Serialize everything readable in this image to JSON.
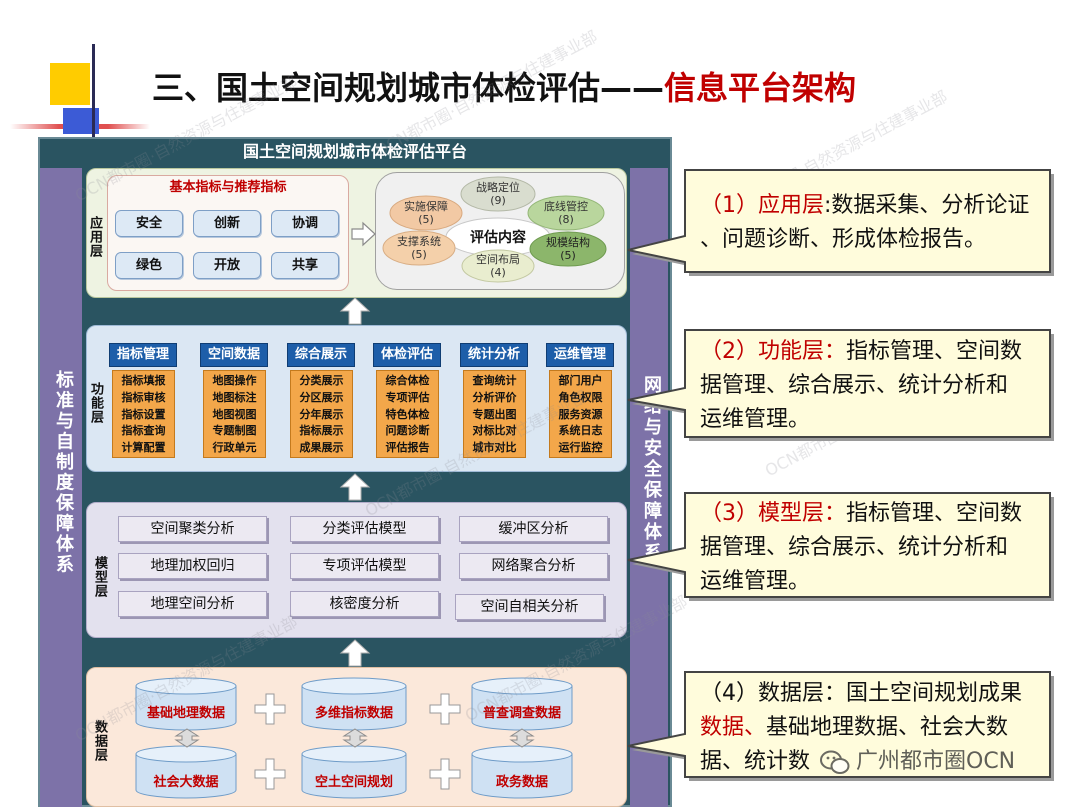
{
  "slide_title": {
    "main": "三、国土空间规划城市体检评估——",
    "highlight": "信息平台架构"
  },
  "watermark": "OCN都市圈·自然资源与住建事业部",
  "platform": {
    "title": "国土空间规划城市体检评估平台",
    "left_support": "标准与自制度保障体系",
    "right_support": "网络与安全保障体系"
  },
  "application_layer": {
    "label": "应用层",
    "indicator_panel": {
      "title": "基本指标与推荐指标",
      "items": [
        "安全",
        "创新",
        "协调",
        "绿色",
        "开放",
        "共享"
      ]
    },
    "evaluation": {
      "center": "评估内容",
      "items": [
        {
          "name": "战略定位",
          "count": "(9)"
        },
        {
          "name": "实施保障",
          "count": "(5)"
        },
        {
          "name": "底线管控",
          "count": "(8)"
        },
        {
          "name": "支撑系统",
          "count": "(5)"
        },
        {
          "name": "规模结构",
          "count": "(5)"
        },
        {
          "name": "空间布局",
          "count": "(4)"
        }
      ]
    }
  },
  "function_layer": {
    "label": "功能层",
    "modules": [
      {
        "title": "指标管理",
        "items": [
          "指标填报",
          "指标审核",
          "指标设置",
          "指标查询",
          "计算配置"
        ]
      },
      {
        "title": "空间数据",
        "items": [
          "地图操作",
          "地图标注",
          "地图视图",
          "专题制图",
          "行政单元"
        ]
      },
      {
        "title": "综合展示",
        "items": [
          "分类展示",
          "分区展示",
          "分年展示",
          "指标展示",
          "成果展示"
        ]
      },
      {
        "title": "体检评估",
        "items": [
          "综合体检",
          "专项评估",
          "特色体检",
          "问题诊断",
          "评估报告"
        ]
      },
      {
        "title": "统计分析",
        "items": [
          "查询统计",
          "分析评价",
          "专题出图",
          "对标比对",
          "城市对比"
        ]
      },
      {
        "title": "运维管理",
        "items": [
          "部门用户",
          "角色权限",
          "服务资源",
          "系统日志",
          "运行监控"
        ]
      }
    ]
  },
  "model_layer": {
    "label": "模型层",
    "models": [
      "空间聚类分析",
      "地理加权回归",
      "地理空间分析",
      "分类评估模型",
      "专项评估模型",
      "核密度分析",
      "缓冲区分析",
      "网络聚合分析",
      "空间自相关分析"
    ]
  },
  "data_layer": {
    "label": "数据层",
    "sources": [
      "基础地理数据",
      "多维指标数据",
      "普查调查数据",
      "社会大数据",
      "空土空间规划",
      "政务数据"
    ]
  },
  "callouts": [
    {
      "lines": [
        {
          "accent": "（1）应用层",
          "text": ":数据采集、分析论证"
        },
        {
          "text": "、问题诊断、形成体检报告。"
        }
      ]
    },
    {
      "lines": [
        {
          "accent": "（2）功能层：",
          "text": "指标管理、空间数"
        },
        {
          "text": "据管理、综合展示、统计分析和"
        },
        {
          "text": "运维管理。"
        }
      ]
    },
    {
      "lines": [
        {
          "accent": "（3）模型层：",
          "text": "指标管理、空间数"
        },
        {
          "text": "据管理、综合展示、统计分析和"
        },
        {
          "text": "运维管理。"
        }
      ]
    },
    {
      "lines": [
        {
          "accent": "（4）数据层：国土空间规划成果"
        },
        {
          "accent": "数据、",
          "text": "基础地理数据、社会大数"
        },
        {
          "text": "据、统计数"
        }
      ]
    }
  ],
  "footer_watermark": {
    "text": "广州都市圈OCN",
    "icon": "wechat-icon"
  },
  "colors": {
    "accent_red": "#c00000",
    "platform_frame": "#2a5461",
    "support_bar": "#7d72a8",
    "function_header": "#1d5ea9",
    "function_body": "#f3a74a",
    "callout_fill": "#fffcdc"
  }
}
